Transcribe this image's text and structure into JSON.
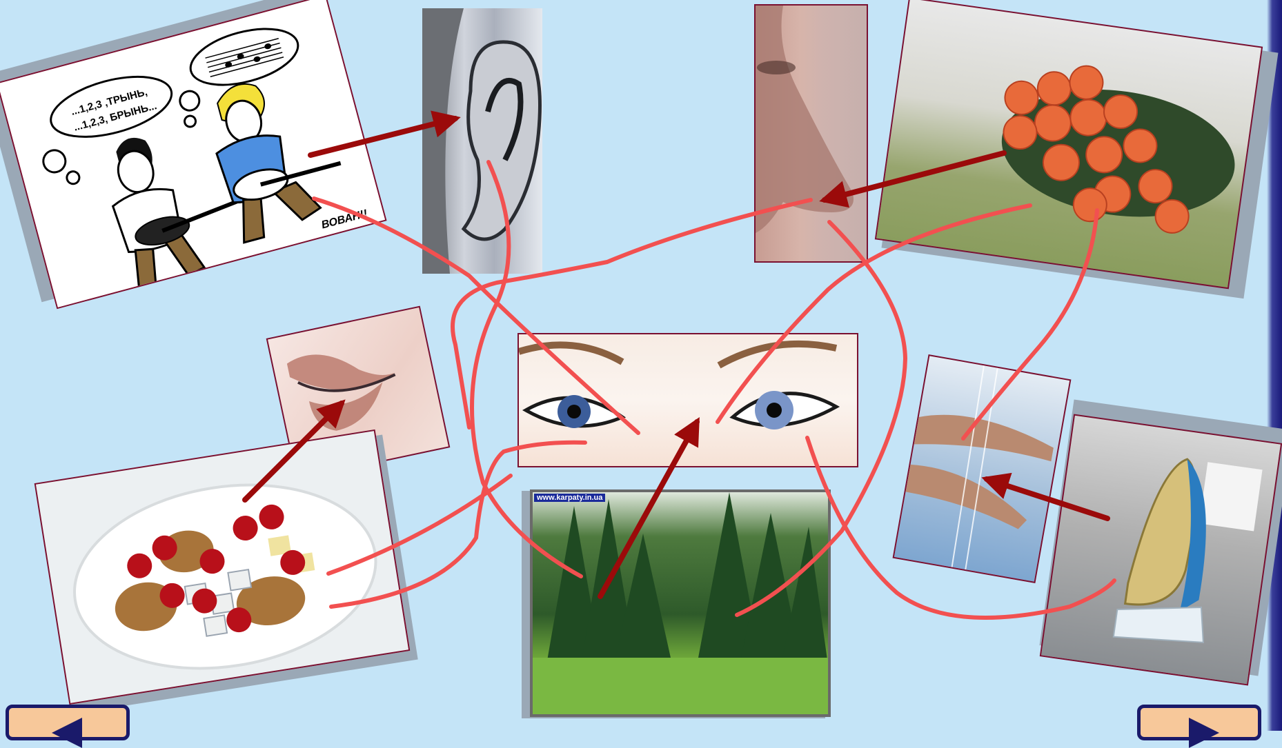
{
  "cartoon": {
    "speech_line1": "...1,2,3 ,ТРЫНЬ,",
    "speech_line2": "...1,2,3, БРЫНЬ...",
    "signature": "ВОВАН!!"
  },
  "forest": {
    "watermark": "www.karpaty.in.ua"
  },
  "colors": {
    "background": "#c4e4f7",
    "arrow": "#9b0a0a",
    "connector": "#f25050",
    "frame": "#7a1030"
  },
  "navigation": {
    "prev_icon": "triangle-left-icon",
    "next_icon": "triangle-right-icon"
  }
}
